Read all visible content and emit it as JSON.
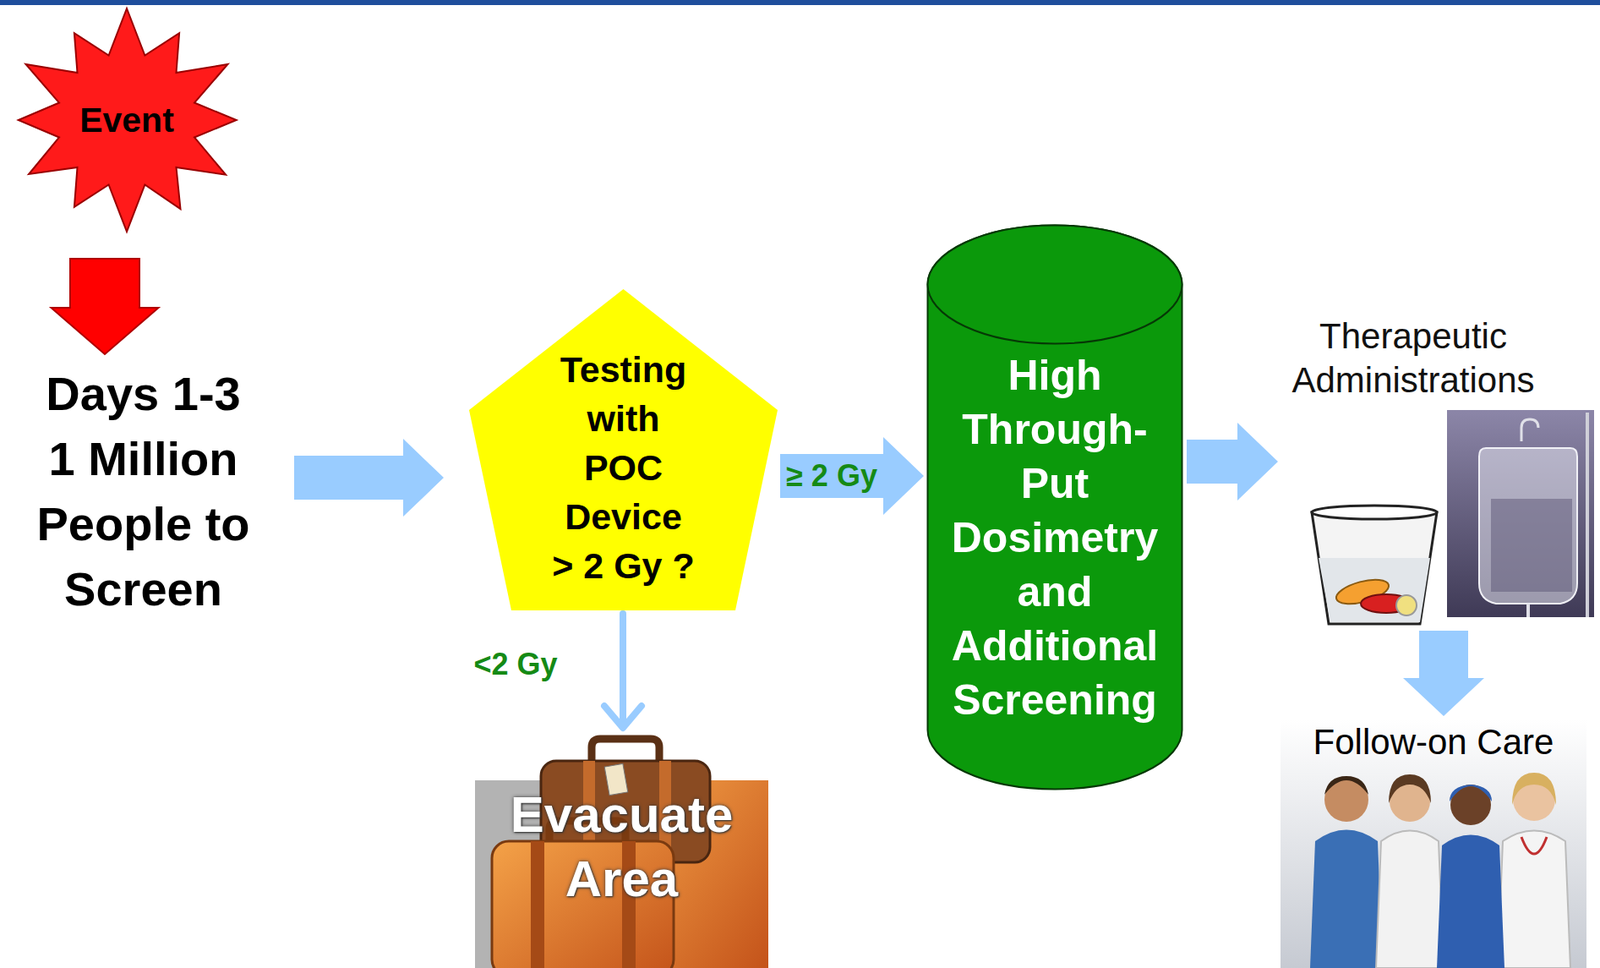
{
  "diagram": {
    "nodes": [
      {
        "text": [
          "Event"
        ]
      },
      {
        "text": [
          "Days 1-3 1 Million People to Screen"
        ]
      },
      {
        "text": [
          "Testing with POC Device > 2 Gy ?"
        ]
      },
      {
        "text": [
          "Evacuate Area"
        ]
      },
      {
        "text": [
          "High Through- Put Dosimetry and Additional Screening"
        ]
      },
      {
        "text": [
          "Therapeutic Administrations"
        ]
      },
      {
        "text": [
          "Follow-on Care"
        ]
      }
    ],
    "edges": [
      {
        "from": 0,
        "to": 1,
        "arrow": "to"
      },
      {
        "from": 1,
        "to": 2,
        "arrow": "to"
      },
      {
        "from": 2,
        "to": 4,
        "label": "≥ 2 Gy",
        "arrow": "to"
      },
      {
        "from": 2,
        "to": 3,
        "label": "<2 Gy",
        "arrow": "to"
      },
      {
        "from": 4,
        "to": 5,
        "arrow": "to"
      },
      {
        "from": 5,
        "to": 6,
        "arrow": "to"
      }
    ]
  }
}
